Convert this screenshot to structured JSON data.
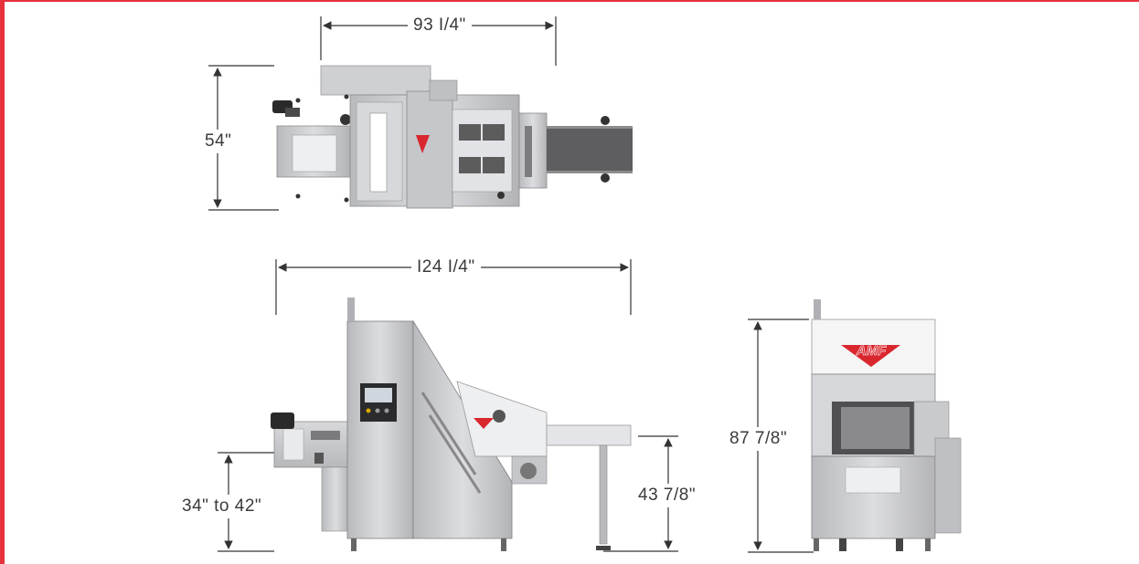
{
  "dimensions": {
    "top_width": "93 I/4\"",
    "top_depth": "54\"",
    "side_length": "I24 I/4\"",
    "infeed_height": "34\" to 42\"",
    "outfeed_height": "43 7/8\"",
    "front_height": "87 7/8\""
  },
  "logo": {
    "text": "AMF",
    "color": "#d9272e"
  },
  "colors": {
    "accent": "#e5323c",
    "steel": "#c9cacc",
    "belt": "#5e5e60"
  }
}
